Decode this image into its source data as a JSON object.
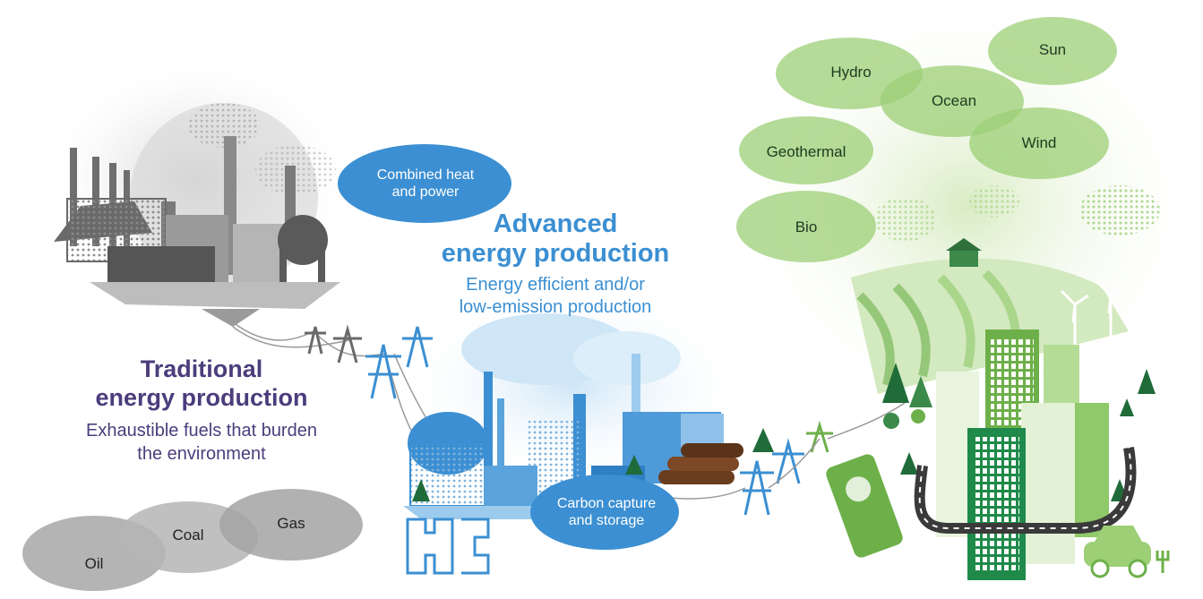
{
  "traditional": {
    "title_line1": "Traditional",
    "title_line2": "energy production",
    "subtitle_line1": "Exhaustible fuels that burden",
    "subtitle_line2": "the environment"
  },
  "advanced": {
    "title_line1": "Advanced",
    "title_line2": "energy production",
    "subtitle_line1": "Energy efficient and/or",
    "subtitle_line2": "low-emission production"
  },
  "fuels": [
    "Oil",
    "Coal",
    "Gas"
  ],
  "renewables": {
    "hydro": "Hydro",
    "sun": "Sun",
    "ocean": "Ocean",
    "geothermal": "Geothermal",
    "wind": "Wind",
    "bio": "Bio"
  },
  "chp": {
    "line1": "Combined heat",
    "line2": "and power"
  },
  "ccs": {
    "line1": "Carbon capture",
    "line2": "and storage"
  },
  "colors": {
    "traditional_text": "#4b3d7c",
    "advanced_text": "#3b8fd2",
    "renewable_green": "#9ccf76",
    "fuel_grey": "#9a9a9a"
  }
}
